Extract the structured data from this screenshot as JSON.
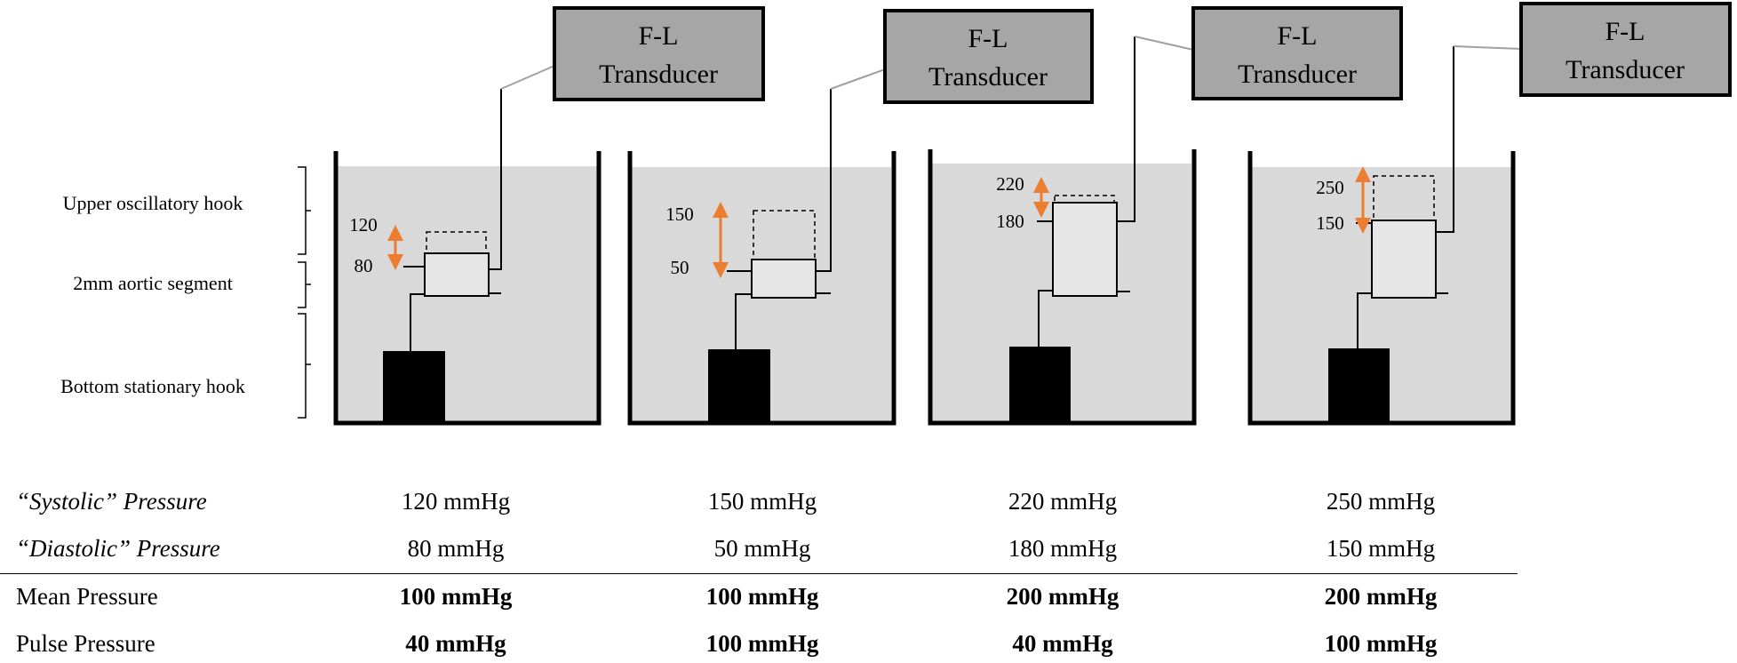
{
  "transducer_label_line1": "F-L",
  "transducer_label_line2": "Transducer",
  "side_labels": {
    "upper": "Upper oscillatory hook",
    "middle": "2mm aortic segment",
    "bottom": "Bottom stationary hook"
  },
  "panels": [
    {
      "systolic": 120,
      "diastolic": 80,
      "systolic_label": "120",
      "diastolic_label": "80"
    },
    {
      "systolic": 150,
      "diastolic": 50,
      "systolic_label": "150",
      "diastolic_label": "50"
    },
    {
      "systolic": 220,
      "diastolic": 180,
      "systolic_label": "220",
      "diastolic_label": "180"
    },
    {
      "systolic": 250,
      "diastolic": 150,
      "systolic_label": "250",
      "diastolic_label": "150"
    }
  ],
  "colors": {
    "bath": "#d9d9d9",
    "transducer": "#a6a6a6",
    "segment": "#e6e6e6",
    "arrow": "#ed7d31",
    "wire": "#a0a0a0"
  },
  "table": {
    "rows": [
      {
        "label": "“Systolic” Pressure",
        "italic": true,
        "bold_values": false,
        "values": [
          "120 mmHg",
          "150 mmHg",
          "220 mmHg",
          "250 mmHg"
        ]
      },
      {
        "label": "“Diastolic” Pressure",
        "italic": true,
        "bold_values": false,
        "values": [
          "80 mmHg",
          "50 mmHg",
          "180 mmHg",
          "150 mmHg"
        ]
      },
      {
        "label": "Mean Pressure",
        "italic": false,
        "bold_values": true,
        "values": [
          "100 mmHg",
          "100 mmHg",
          "200 mmHg",
          "200 mmHg"
        ]
      },
      {
        "label": "Pulse Pressure",
        "italic": false,
        "bold_values": true,
        "values": [
          "40 mmHg",
          "100 mmHg",
          "40 mmHg",
          "100 mmHg"
        ]
      }
    ]
  }
}
